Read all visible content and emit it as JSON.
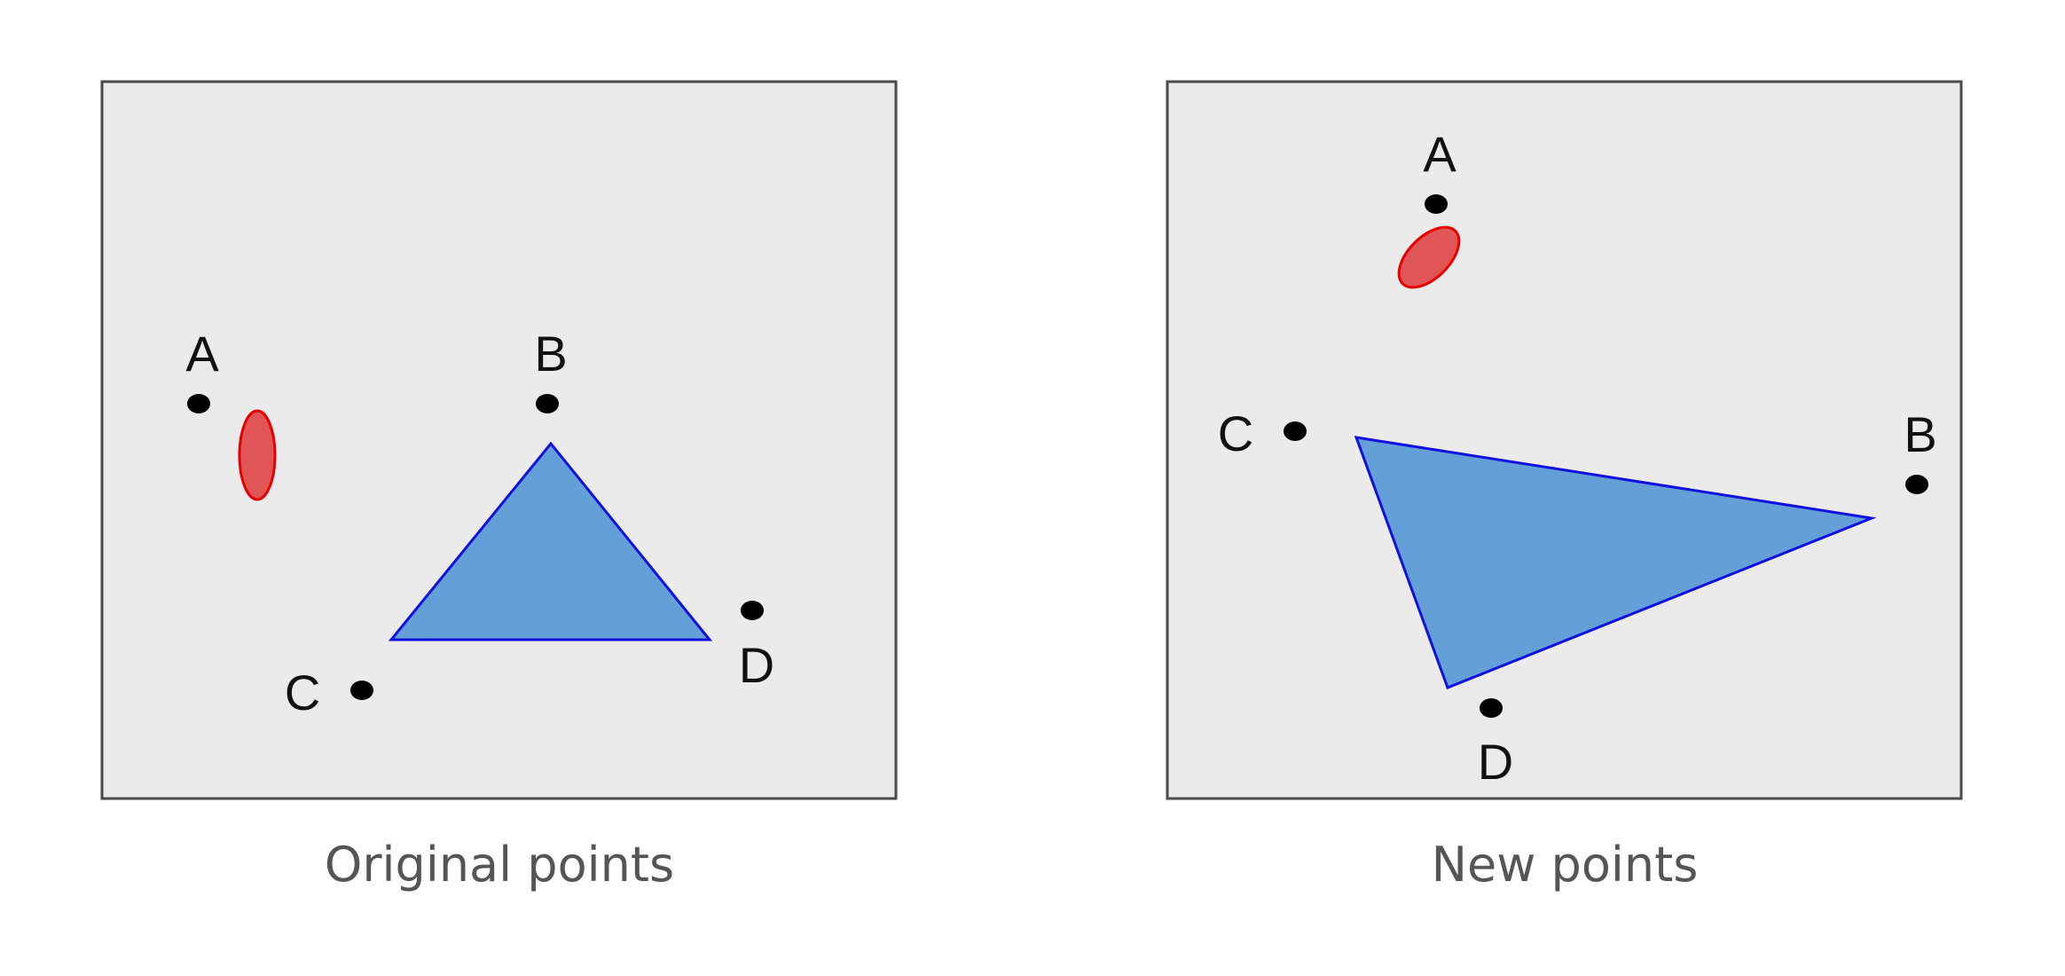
{
  "colors": {
    "panel_fill": "#ebebeb",
    "panel_border": "#4a4a4a",
    "triangle_fill": "#659fd8",
    "triangle_stroke": "#1010e0",
    "ellipse_fill": "#e05555",
    "ellipse_stroke": "#e60000",
    "point": "#000000",
    "label": "#111111",
    "caption": "#555555"
  },
  "panels": [
    {
      "caption": "Original points",
      "points": [
        {
          "label": "A"
        },
        {
          "label": "B"
        },
        {
          "label": "C"
        },
        {
          "label": "D"
        }
      ]
    },
    {
      "caption": "New points",
      "points": [
        {
          "label": "A"
        },
        {
          "label": "B"
        },
        {
          "label": "C"
        },
        {
          "label": "D"
        }
      ]
    }
  ]
}
